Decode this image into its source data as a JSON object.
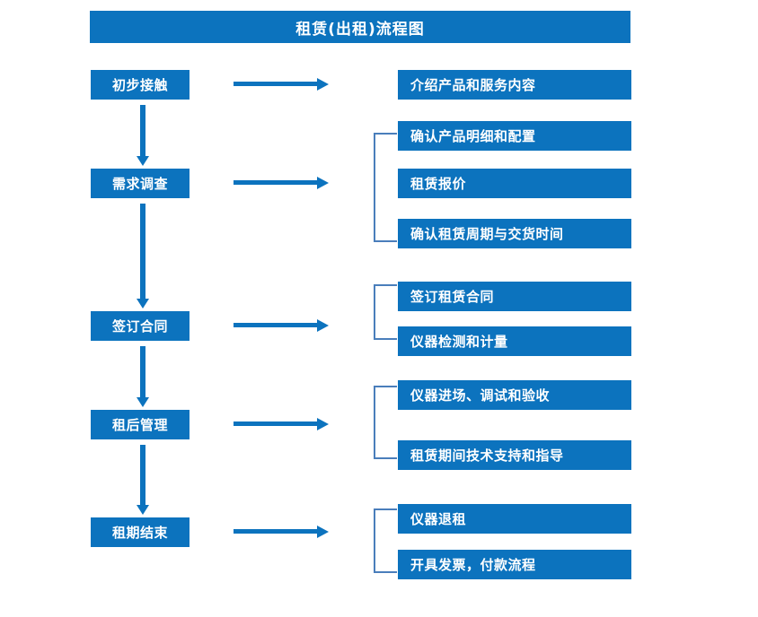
{
  "title": "租赁(出租)流程图",
  "colors": {
    "box_fill": "#0C73BE",
    "box_text": "#FFFFFF",
    "arrow": "#0C73BE",
    "bracket": "#4A7EBB",
    "background": "#FFFFFF"
  },
  "chart_data": {
    "type": "diagram",
    "title": "租赁(出租)流程图",
    "orientation": "vertical-with-side-details",
    "stages": [
      {
        "label": "初步接触",
        "details": [
          "介绍产品和服务内容"
        ],
        "bracketed": false
      },
      {
        "label": "需求调查",
        "details": [
          "确认产品明细和配置",
          "租赁报价",
          "确认租赁周期与交货时间"
        ],
        "bracketed": true
      },
      {
        "label": "签订合同",
        "details": [
          "签订租赁合同",
          "仪器检测和计量"
        ],
        "bracketed": true
      },
      {
        "label": "租后管理",
        "details": [
          "仪器进场、调试和验收",
          "租赁期间技术支持和指导"
        ],
        "bracketed": true
      },
      {
        "label": "租期结束",
        "details": [
          "仪器退租",
          "开具发票，付款流程"
        ],
        "bracketed": true
      }
    ]
  },
  "stages": [
    {
      "label": "初步接触"
    },
    {
      "label": "需求调查"
    },
    {
      "label": "签订合同"
    },
    {
      "label": "租后管理"
    },
    {
      "label": "租期结束"
    }
  ],
  "details": [
    {
      "label": "介绍产品和服务内容"
    },
    {
      "label": "确认产品明细和配置"
    },
    {
      "label": "租赁报价"
    },
    {
      "label": "确认租赁周期与交货时间"
    },
    {
      "label": "签订租赁合同"
    },
    {
      "label": "仪器检测和计量"
    },
    {
      "label": "仪器进场、调试和验收"
    },
    {
      "label": "租赁期间技术支持和指导"
    },
    {
      "label": "仪器退租"
    },
    {
      "label": "开具发票，付款流程"
    }
  ]
}
